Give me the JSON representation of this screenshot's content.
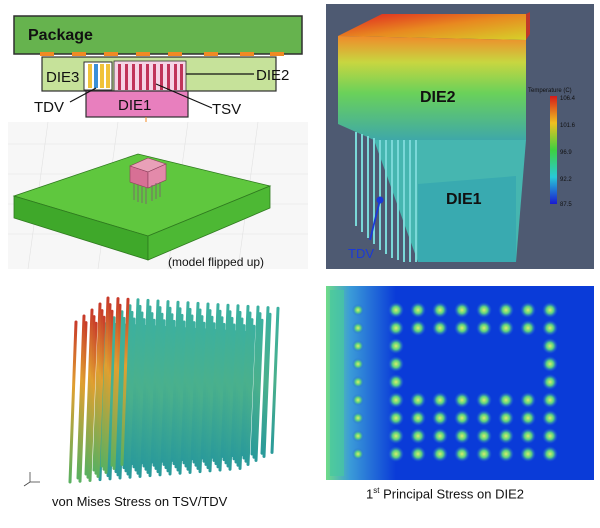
{
  "top_left": {
    "package_label": "Package",
    "die3_label": "DIE3",
    "die2_label": "DIE2",
    "die1_label": "DIE1",
    "tdv_label": "TDV",
    "tsv_label": "TSV",
    "caption": "(model flipped up)"
  },
  "top_right": {
    "die2_label": "DIE2",
    "die1_label": "DIE1",
    "tdv_label": "TDV",
    "legend_title": "Temperature (C)",
    "legend_ticks": [
      "106.4",
      "101.6",
      "96.9",
      "92.2",
      "87.5"
    ]
  },
  "bottom_left": {
    "caption": "von Mises Stress on TSV/TDV"
  },
  "bottom_right": {
    "caption_superscript": "st",
    "caption_prefix": "1",
    "caption_rest": " Principal Stress on DIE2"
  },
  "colors": {
    "package_green": "#66b34e",
    "die_green": "#c6e29a",
    "die1_pink": "#e87fbe",
    "bump_orange": "#f08a24",
    "panel_dark": "#4e5a72",
    "stress_blue": "#0a3bd8"
  }
}
